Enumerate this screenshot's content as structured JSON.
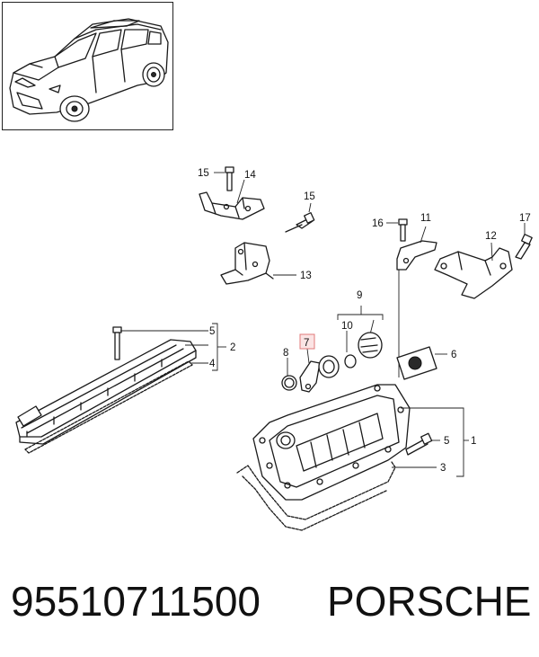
{
  "callouts": {
    "c1": "1",
    "c2": "2",
    "c3": "3",
    "c4": "4",
    "c5a": "5",
    "c5b": "5",
    "c6": "6",
    "c7": "7",
    "c8": "8",
    "c9": "9",
    "c10": "10",
    "c11": "11",
    "c12": "12",
    "c13": "13",
    "c14": "14",
    "c15a": "15",
    "c15b": "15",
    "c16": "16",
    "c17": "17"
  },
  "highlighted_callout": "7",
  "colors": {
    "highlight_fill": "#fbe4e4",
    "highlight_stroke": "#e07a7a",
    "line": "#1a1a1a"
  },
  "footer": {
    "part_number": "95510711500",
    "brand": "PORSCHE"
  }
}
